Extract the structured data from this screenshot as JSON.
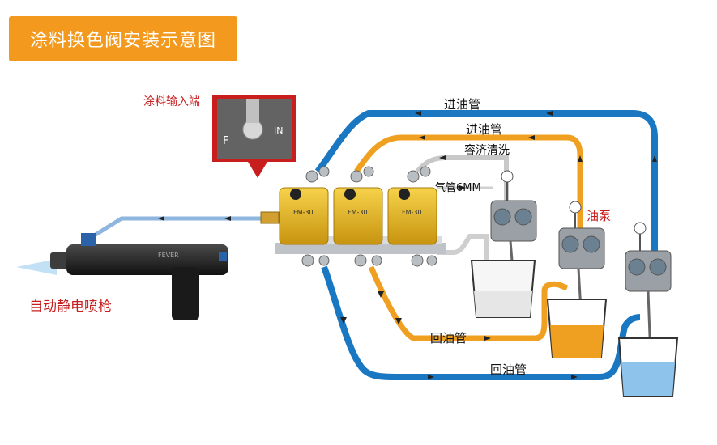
{
  "title": "涂料换色阀安装示意图",
  "labels": {
    "paint_input": "涂料输入端",
    "supply_pipe_outer": "进油管",
    "supply_pipe_inner": "进油管",
    "solvent_clean": "容济清洗",
    "air_pipe": "气管6MM",
    "oil_pump": "油泵",
    "return_pipe_inner": "回油管",
    "return_pipe_outer": "回油管",
    "spray_gun": "自动静电喷枪",
    "valve_code": "FM-30",
    "inset_f": "F",
    "inset_in": "IN",
    "gun_brand": "FEVER"
  },
  "colors": {
    "blue_pipe": "#1a78c2",
    "orange_pipe": "#f0a020",
    "gray_pipe": "#c8c8c8",
    "valve_gold": "#e8b81c",
    "title_bg": "#f39a1e",
    "red_label": "#c81e1e",
    "liquid_blue": "#8ec4ec",
    "liquid_orange": "#f0a020"
  }
}
